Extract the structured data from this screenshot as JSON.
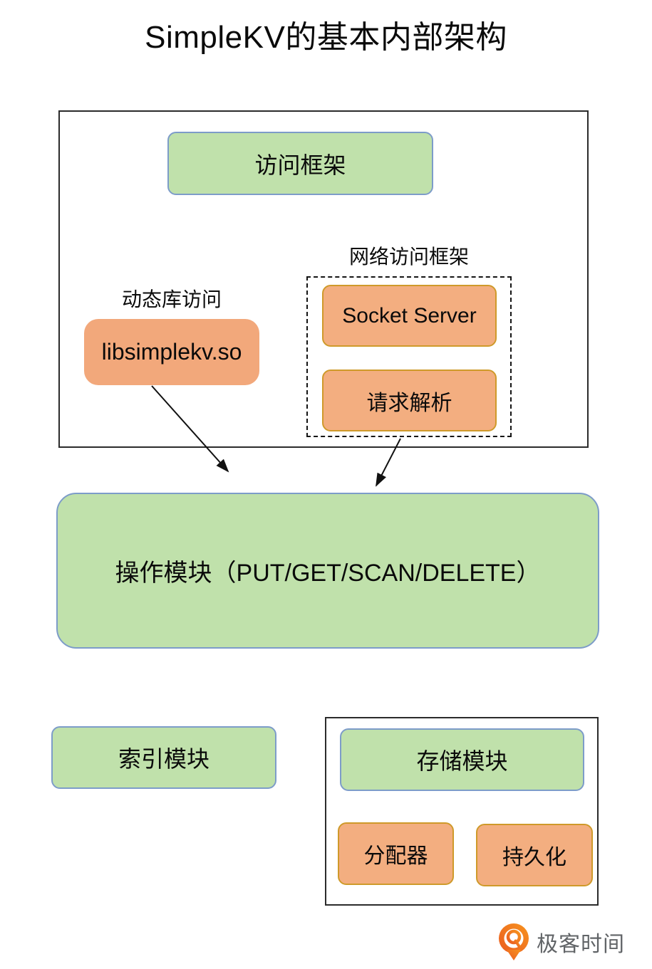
{
  "title": "SimpleKV的基本内部架构",
  "colors": {
    "green_fill": "#c0e1ab",
    "green_border": "#7d9cc9",
    "orange_fill": "#f3ae80",
    "orange_border": "#cf9a2a",
    "lib_box_fill": "#f2a87b",
    "frame_border": "#2b2b2b",
    "arrow_color": "#111111",
    "logo_orange_light": "#f7931e",
    "logo_orange_dark": "#ea5b21",
    "logo_text_color": "#616467"
  },
  "access_layer": {
    "access_framework_label": "访问框架",
    "dynamic_lib_label": "动态库访问",
    "lib_box_label": "libsimplekv.so",
    "network_frame_label": "网络访问框架",
    "socket_server_label": "Socket Server",
    "request_parse_label": "请求解析"
  },
  "operation_module_label": "操作模块（PUT/GET/SCAN/DELETE）",
  "index_module_label": "索引模块",
  "storage_layer": {
    "storage_module_label": "存储模块",
    "allocator_label": "分配器",
    "persistence_label": "持久化"
  },
  "footer": {
    "logo_text": "极客时间"
  }
}
